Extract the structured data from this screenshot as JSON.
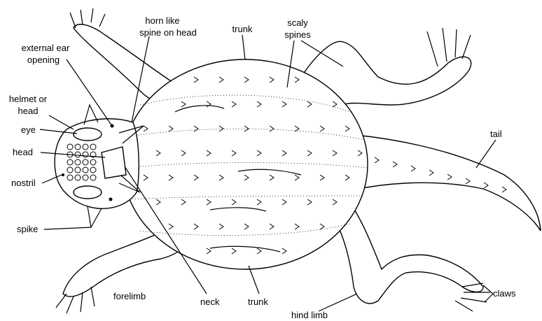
{
  "labels": {
    "horn_like_spine_line1": "horn like",
    "horn_like_spine_line2": "spine on head",
    "trunk_top": "trunk",
    "scaly_spines_line1": "scaly",
    "scaly_spines_line2": "spines",
    "external_ear_line1": "external ear",
    "external_ear_line2": "opening",
    "helmet_line1": "helmet or",
    "helmet_line2": "head",
    "eye": "eye",
    "head": "head",
    "nostril": "nostril",
    "tail": "tail",
    "spike": "spike",
    "forelimb": "forelimb",
    "neck": "neck",
    "trunk_bottom": "trunk",
    "hind_limb": "hind limb",
    "claws": "claws"
  },
  "colors": {
    "ink": "#000000",
    "paper": "#ffffff"
  }
}
